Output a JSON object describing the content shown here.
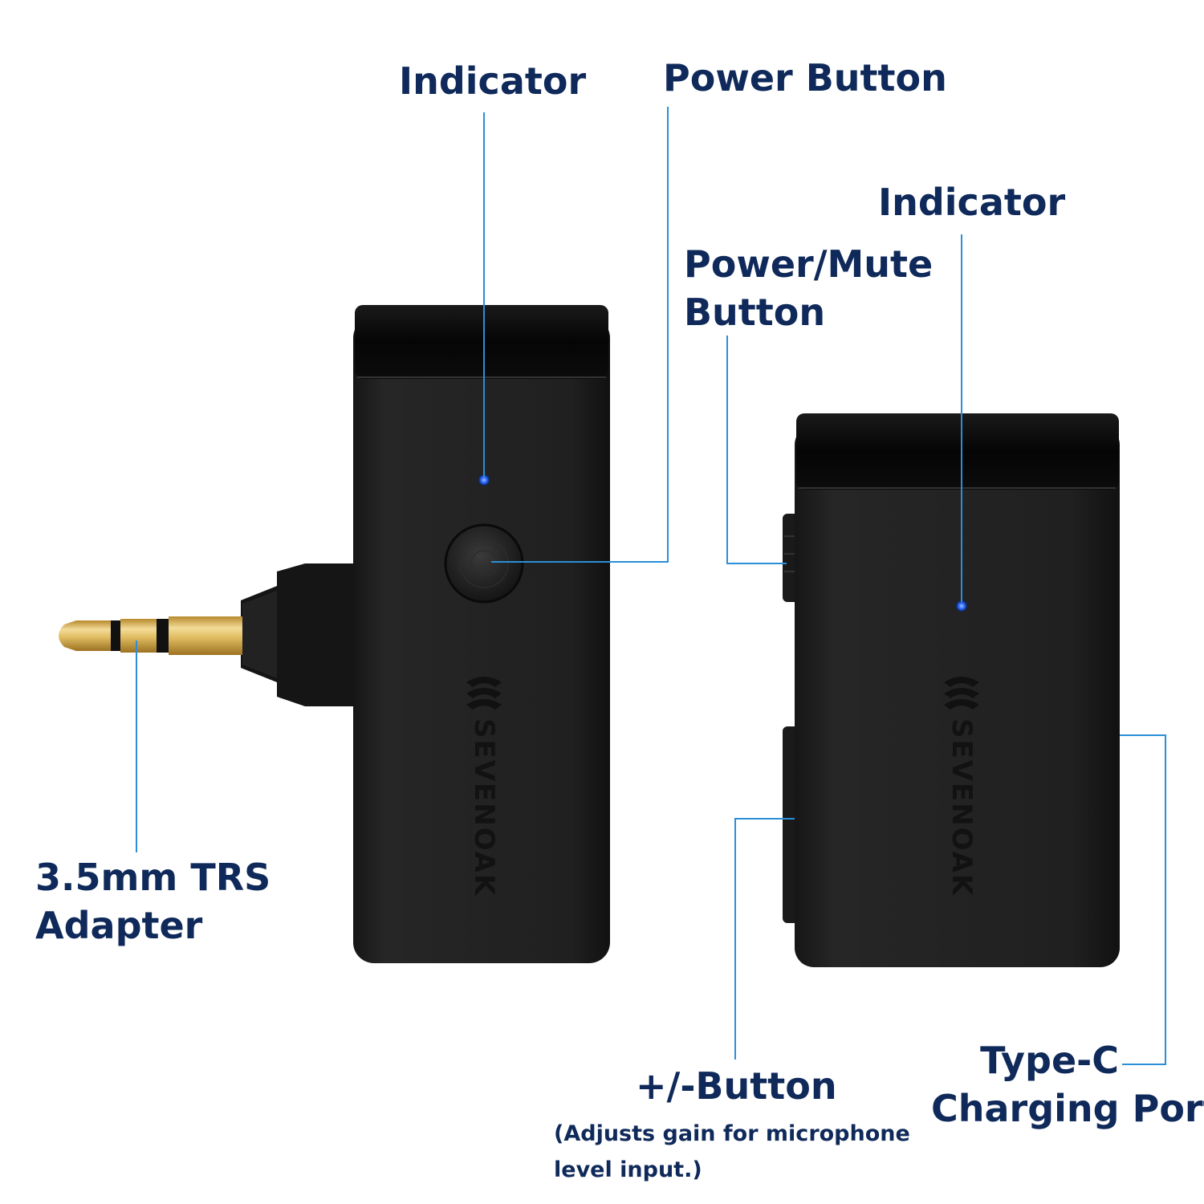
{
  "callouts": {
    "tx_indicator": "Indicator",
    "tx_power_button": "Power Button",
    "rx_indicator": "Indicator",
    "rx_power_mute_button": [
      "Power/Mute",
      "Button"
    ],
    "trs_adapter": [
      "3.5mm TRS",
      "Adapter"
    ],
    "plus_minus_button": "+/-Button",
    "plus_minus_note": [
      "(Adjusts gain for microphone",
      "level input.)"
    ],
    "charging_port": [
      "Type-C",
      "Charging Port"
    ]
  },
  "devices": {
    "brand": "SEVENOAK"
  },
  "colors": {
    "label_text": "#0f2a5a",
    "leader_line": "#2a8fd8",
    "device_body": "#1e1e1e",
    "device_cap": "#0a0a0a",
    "led": "#2f6bff",
    "plug_gold": "#d9b45a"
  }
}
